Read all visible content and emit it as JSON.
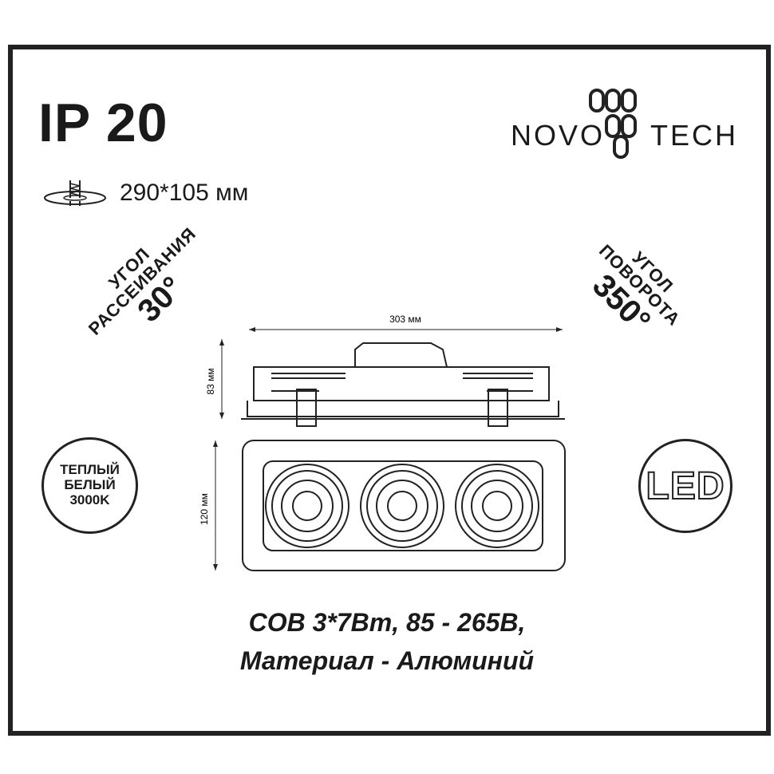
{
  "header": {
    "ip_rating": "IP 20",
    "cutout_size": "290*105 мм",
    "logo": {
      "left": "NOVO",
      "right": "TECH"
    }
  },
  "beam_angle": {
    "label1": "УГОЛ",
    "label2": "РАССЕИВАНИЯ",
    "value": "30°"
  },
  "rotation_angle": {
    "label1": "УГОЛ",
    "label2": "ПОВОРОТА",
    "value": "350°"
  },
  "color_temp": {
    "line1": "ТЕПЛЫЙ",
    "line2": "БЕЛЫЙ",
    "line3": "3000K"
  },
  "led_badge": "LED",
  "dimensions": {
    "width": "303 мм",
    "height": "83 мм",
    "depth": "120 мм"
  },
  "specs": {
    "line1": "COB 3*7Bm, 85 - 265B,",
    "line2": "Материал - Алюминий"
  },
  "colors": {
    "stroke": "#222222",
    "text": "#1a1a1a",
    "background": "#ffffff"
  },
  "icons": {
    "cutout": "ceiling-cutout-icon",
    "logo": "novotech-logo-icon"
  }
}
